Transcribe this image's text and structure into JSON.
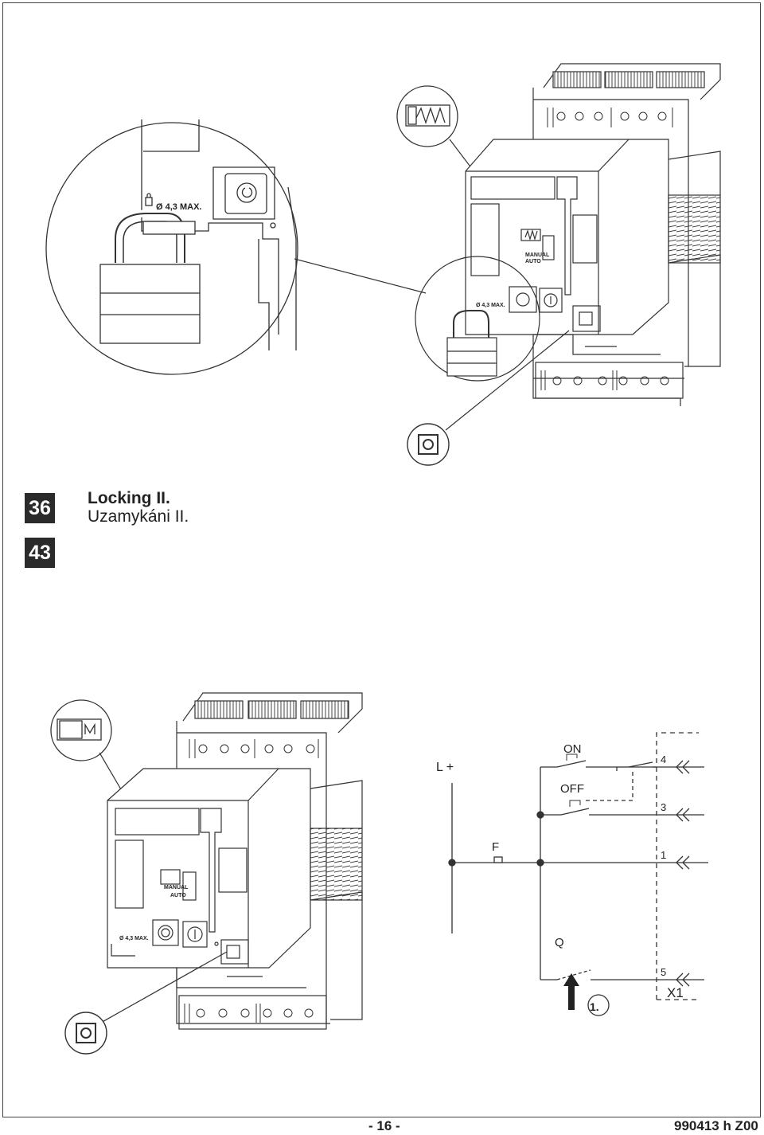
{
  "section": {
    "number_top": "36",
    "number_bottom": "43"
  },
  "title": {
    "english": "Locking II.",
    "czech": "Uzamykáni II."
  },
  "device_labels": {
    "lock_marking": "Ø 4,3 MAX.",
    "mode_manual": "MANUAL",
    "mode_auto": "AUTO"
  },
  "schematic": {
    "supply": "L +",
    "on": "ON",
    "off": "OFF",
    "fuse": "F",
    "switch": "Q",
    "terminal_4": "4",
    "terminal_3": "3",
    "terminal_1": "1",
    "terminal_5": "5",
    "connector": "X1",
    "step": "1."
  },
  "footer": {
    "page": "- 16 -",
    "doc_code": "990413 h  Z00"
  },
  "colors": {
    "line": "#333333",
    "badge": "#2b2b2b"
  }
}
